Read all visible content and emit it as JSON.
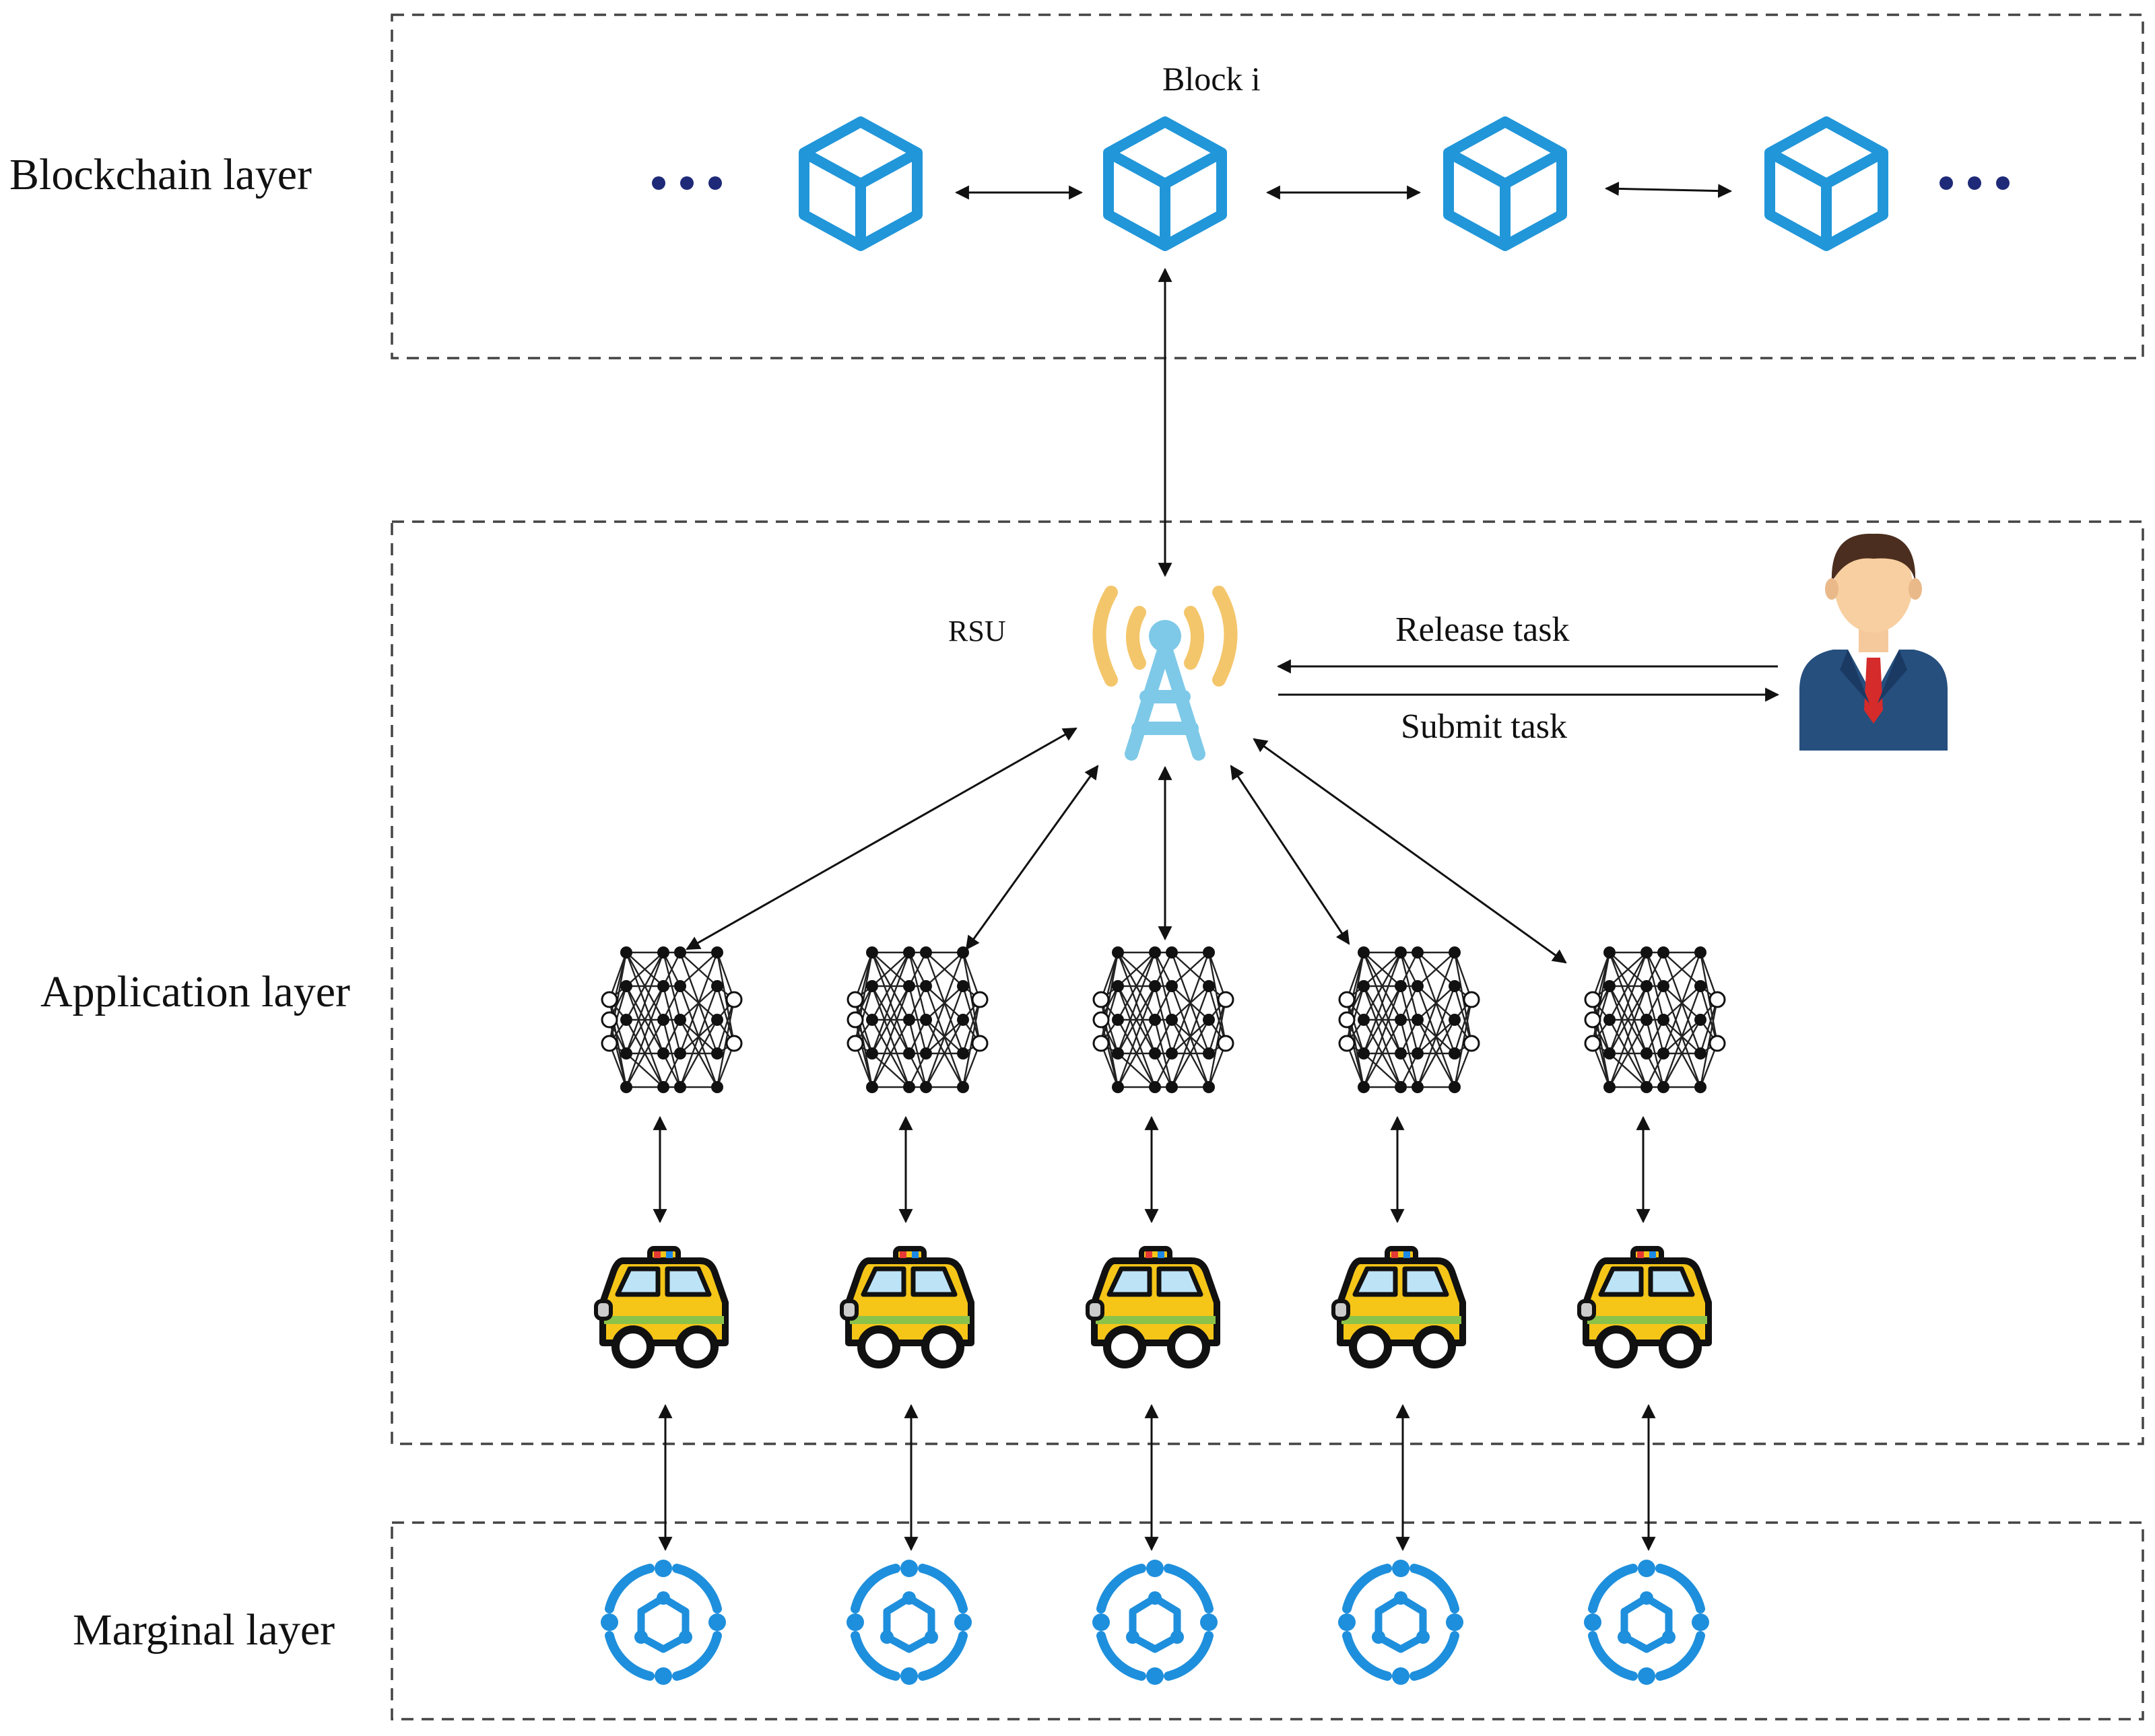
{
  "layers": {
    "blockchain": "Blockchain layer",
    "application": "Application layer",
    "marginal": "Marginal layer"
  },
  "labels": {
    "block": "Block i",
    "rsu": "RSU",
    "release_task": "Release task",
    "submit_task": "Submit task"
  },
  "colors": {
    "block_blue": "#2196d9",
    "rsu_tower": "#7ec9e8",
    "rsu_waves": "#f4c66b",
    "dots": "#1e2a78",
    "taxi_yellow": "#f5c518",
    "marginal_blue": "#1e8fdc",
    "dashed_border": "#444444"
  },
  "icons": {
    "block": "cube-icon",
    "rsu": "antenna-tower-icon",
    "user": "person-avatar-icon",
    "model": "neural-network-icon",
    "vehicle": "taxi-icon",
    "edge": "edge-node-icon"
  }
}
